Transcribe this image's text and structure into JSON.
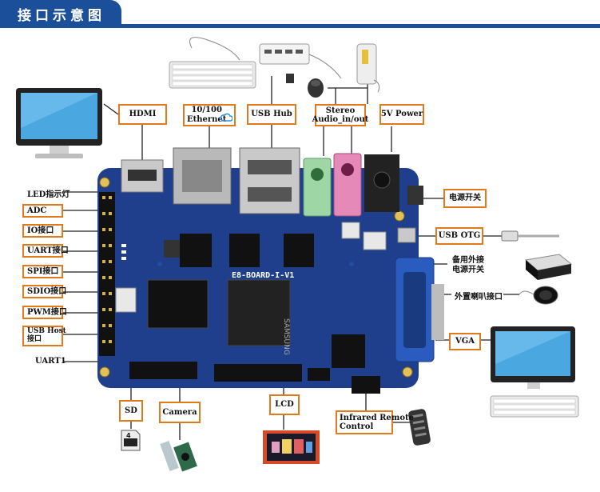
{
  "header": {
    "title": "接口示意图"
  },
  "labels": {
    "hdmi": "HDMI",
    "ethernet_line1": "10/100",
    "ethernet_line2": "Ethernet",
    "usb_hub": "USB Hub",
    "stereo_line1": "Stereo",
    "stereo_line2": "Audio_in/out",
    "power_5v": "5V Power",
    "led": "LED指示灯",
    "adc": "ADC",
    "io": "IO接口",
    "uart": "UART接口",
    "spi": "SPI接口",
    "sdio": "SDIO接口",
    "pwm": "PWM接口",
    "usb_host_line1": "USB Host",
    "usb_host_line2": "接口",
    "uart1": "UART1",
    "power_switch": "电源开关",
    "usb_otg": "USB OTG",
    "backup_line1": "备用外接",
    "backup_line2": "电源开关",
    "speaker": "外置喇叭接口",
    "vga": "VGA",
    "sd": "SD",
    "camera": "Camera",
    "lcd": "LCD",
    "ir_line1": "Infrared Remote",
    "ir_line2": "Control"
  },
  "board": {
    "silkscreen": "E8-BOARD-I-V1",
    "chip_brand": "SAMSUNG"
  },
  "sd_card": {
    "capacity": "4"
  },
  "colors": {
    "header": "#1b4f99",
    "label_border": "#e07a1a",
    "board": "#1f3f8c",
    "audio_green": "#9fd6a6",
    "audio_pink": "#e58ab8",
    "vga_blue": "#2a5bbf"
  }
}
